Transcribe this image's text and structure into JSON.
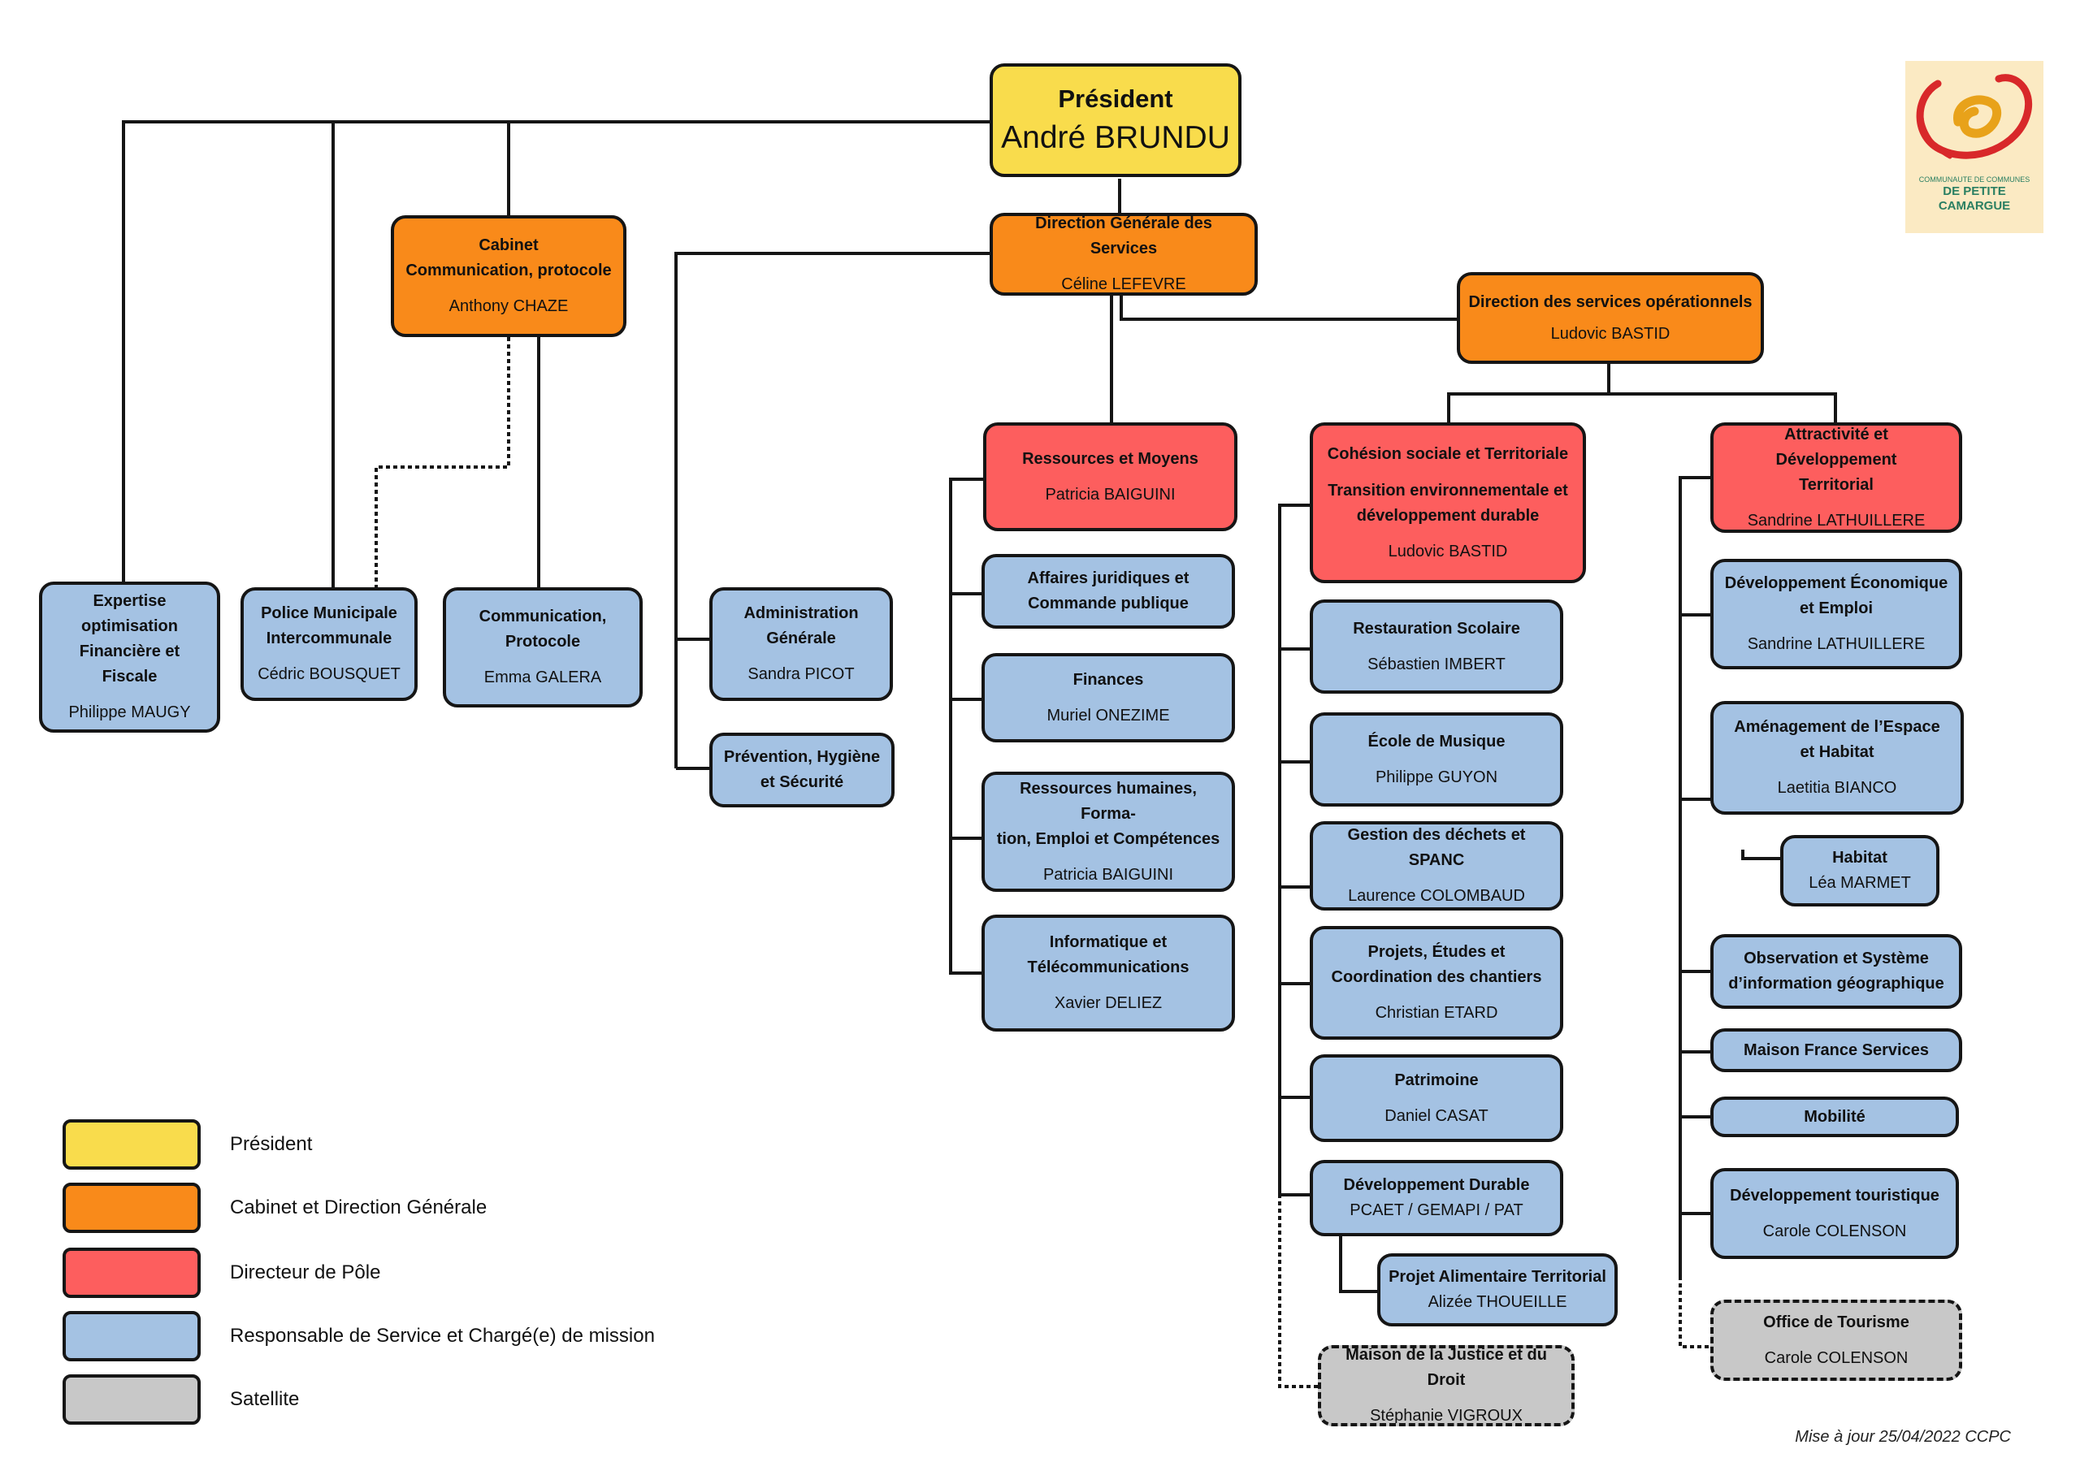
{
  "president": {
    "title": "Président",
    "name": "André BRUNDU"
  },
  "cabinet": {
    "line1": "Cabinet",
    "line2": "Communication, protocole",
    "name": "Anthony CHAZE"
  },
  "dgs": {
    "title": "Direction Générale des Services",
    "name": "Céline LEFEVRE"
  },
  "dso": {
    "title": "Direction des services opérationnels",
    "name": "Ludovic BASTID"
  },
  "expertise": {
    "line1": "Expertise",
    "line2": "optimisation",
    "line3": "Financière et Fiscale",
    "name": "Philippe MAUGY"
  },
  "police": {
    "line1": "Police Municipale",
    "line2": "Intercommunale",
    "name": "Cédric BOUSQUET"
  },
  "communication": {
    "line1": "Communication,",
    "line2": "Protocole",
    "name": "Emma GALERA"
  },
  "administration": {
    "line1": "Administration",
    "line2": "Générale",
    "name": "Sandra PICOT"
  },
  "prevention": {
    "line1": "Prévention, Hygiène",
    "line2": "et Sécurité"
  },
  "ressources": {
    "title": "Ressources et Moyens",
    "name": "Patricia BAIGUINI"
  },
  "affaires": {
    "line1": "Affaires juridiques et",
    "line2": "Commande publique"
  },
  "finances": {
    "title": "Finances",
    "name": "Muriel ONEZIME"
  },
  "rh": {
    "line1": "Ressources humaines, Forma-",
    "line2": "tion, Emploi et Compétences",
    "name": "Patricia BAIGUINI"
  },
  "informatique": {
    "line1": "Informatique et",
    "line2": "Télécommunications",
    "name": "Xavier DELIEZ"
  },
  "cohesion": {
    "line1": "Cohésion sociale et Territoriale",
    "line2": "Transition environnementale et",
    "line3": "développement durable",
    "name": "Ludovic BASTID"
  },
  "restauration": {
    "title": "Restauration Scolaire",
    "name": "Sébastien IMBERT"
  },
  "musique": {
    "title": "École de Musique",
    "name": "Philippe GUYON"
  },
  "dechets": {
    "title": "Gestion des déchets et SPANC",
    "name": "Laurence COLOMBAUD"
  },
  "projets": {
    "line1": "Projets, Études et",
    "line2": "Coordination des chantiers",
    "name": "Christian ETARD"
  },
  "patrimoine": {
    "title": "Patrimoine",
    "name": "Daniel CASAT"
  },
  "devdurable": {
    "title": "Développement Durable",
    "line2": "PCAET / GEMAPI / PAT"
  },
  "alimentaire": {
    "title": "Projet Alimentaire Territorial",
    "name": "Alizée THOUEILLE"
  },
  "justice": {
    "title": "Maison de la Justice et du Droit",
    "name": "Stéphanie VIGROUX"
  },
  "attractivite": {
    "line1": "Attractivité et Développement",
    "line2": "Territorial",
    "name": "Sandrine LATHUILLERE"
  },
  "deveco": {
    "line1": "Développement Économique",
    "line2": "et Emploi",
    "name": "Sandrine LATHUILLERE"
  },
  "amenagement": {
    "line1": "Aménagement de l’Espace",
    "line2": "et Habitat",
    "name": "Laetitia BIANCO"
  },
  "habitat": {
    "title": "Habitat",
    "name": "Léa MARMET"
  },
  "observation": {
    "line1": "Observation et Système",
    "line2": "d’information géographique"
  },
  "maisonfs": {
    "title": "Maison France Services"
  },
  "mobilite": {
    "title": "Mobilité"
  },
  "tourisme": {
    "title": "Développement touristique",
    "name": "Carole COLENSON"
  },
  "office": {
    "title": "Office de Tourisme",
    "name": "Carole COLENSON"
  },
  "legend": {
    "president": "Président",
    "cabinet": "Cabinet et Direction Générale",
    "directeur": "Directeur de Pôle",
    "responsable": "Responsable de Service et Chargé(e) de mission",
    "satellite": "Satellite"
  },
  "logo": {
    "line1": "COMMUNAUTE DE COMMUNES",
    "line2": "DE PETITE",
    "line3": "CAMARGUE"
  },
  "update": "Mise à jour 25/04/2022 CCPC",
  "colors": {
    "president": "#f9dc4c",
    "direction": "#f98a1a",
    "pole": "#fd5e5e",
    "service": "#a4c2e3",
    "satellite": "#c8c8c8"
  }
}
